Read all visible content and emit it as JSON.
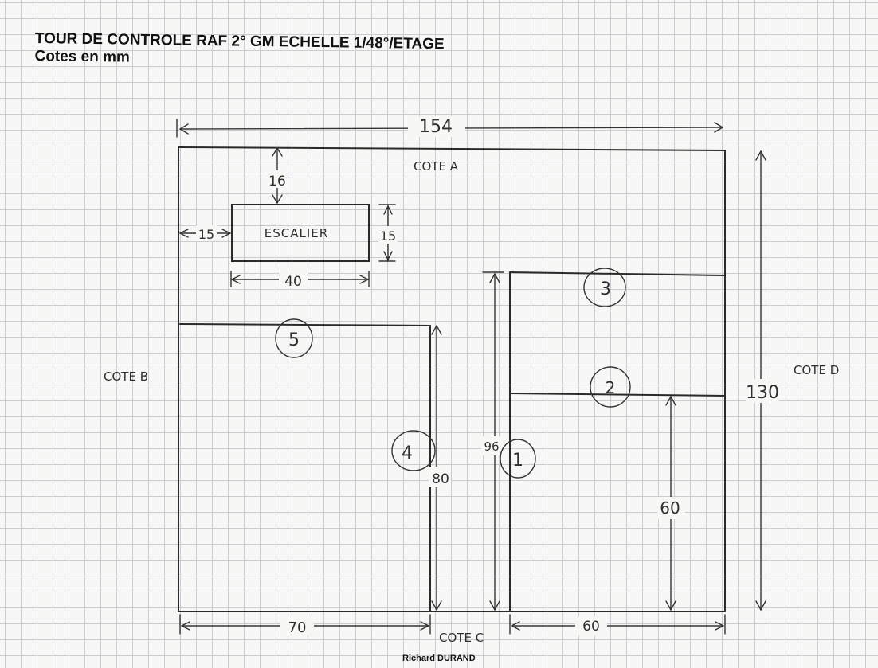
{
  "title": {
    "line1": "TOUR DE CONTROLE RAF 2° GM ECHELLE 1/48°/ETAGE",
    "line2": "Cotes en mm"
  },
  "dimensions": {
    "overall_width": "154",
    "overall_height": "130",
    "stair_top_offset": "16",
    "stair_left_offset": "15",
    "stair_height": "15",
    "stair_width": "40",
    "room4_height": "80",
    "room1_height": "96",
    "room2_height": "60",
    "bottom_left_width": "70",
    "bottom_right_width": "60"
  },
  "labels": {
    "stair": "ESCALIER",
    "side_a": "COTE A",
    "side_b": "COTE B",
    "side_c": "COTE C",
    "side_d": "COTE D"
  },
  "rooms": [
    "1",
    "2",
    "3",
    "4",
    "5"
  ],
  "author": "Richard DURAND"
}
